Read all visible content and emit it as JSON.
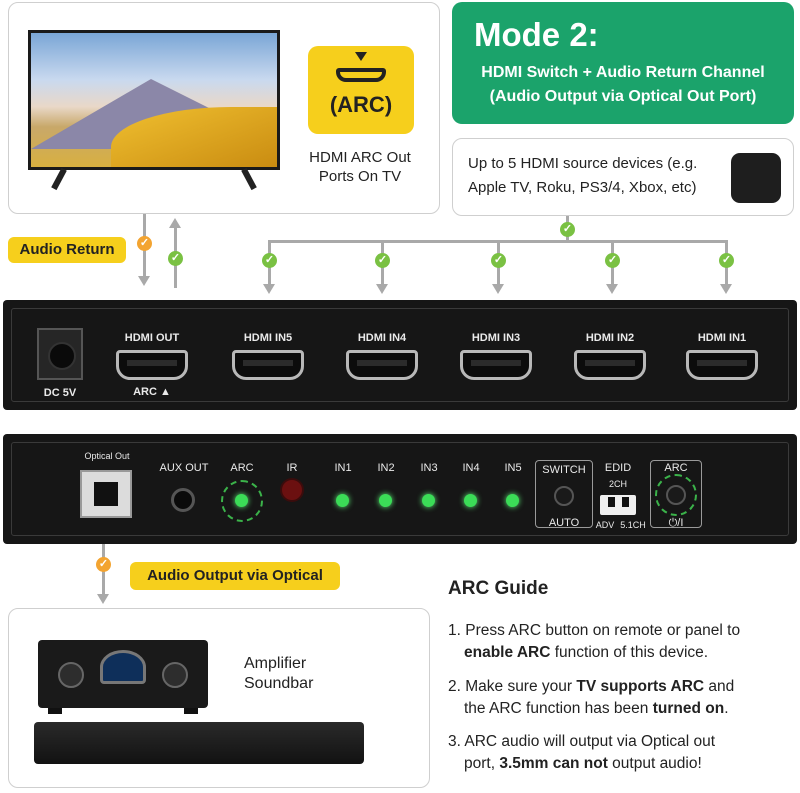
{
  "tv_section": {
    "arc_label": "(ARC)",
    "caption": "HDMI ARC Out Ports On TV"
  },
  "mode": {
    "title": "Mode 2:",
    "line1": "HDMI Switch + Audio Return Channel",
    "line2": "(Audio Output via Optical Out Port)"
  },
  "sources": {
    "text": "Up to 5 HDMI source devices (e.g. Apple TV, Roku, PS3/4, Xbox, etc)"
  },
  "audio_return_tag": "Audio Return",
  "front_panel": {
    "dc_label": "DC 5V",
    "hdmi_out_label": "HDMI OUT",
    "arc_label": "ARC ▲",
    "hdmi_in_labels": [
      "HDMI IN5",
      "HDMI IN4",
      "HDMI IN3",
      "HDMI IN2",
      "HDMI IN1"
    ]
  },
  "rear_panel": {
    "optical_label": "Optical Out",
    "aux_label": "AUX OUT",
    "arc_led_label": "ARC",
    "ir_label": "IR",
    "in_labels": [
      "IN1",
      "IN2",
      "IN3",
      "IN4",
      "IN5"
    ],
    "switch_label": "SWITCH",
    "auto_label": "AUTO",
    "edid_label": "EDID",
    "edid_2ch": "2CH",
    "edid_adv": "ADV",
    "edid_51ch": "5.1CH",
    "arc_btn_label": "ARC",
    "power_label": "⏻/I"
  },
  "optical_tag": "Audio Output via Optical",
  "amplifier": {
    "line1": "Amplifier",
    "line2": "Soundbar"
  },
  "guide": {
    "title": "ARC Guide",
    "item1": {
      "a": "1. Press ARC button on remote or panel to",
      "b_bold": "enable ARC",
      "c": " function of this device."
    },
    "item2": {
      "a": "2. Make sure your ",
      "b_bold": "TV supports ARC",
      "c": " and",
      "d": "the ARC function has been ",
      "e_bold": "turned on",
      "f": "."
    },
    "item3": {
      "a": "3. ARC audio will output via Optical out",
      "b": "port, ",
      "c_bold": "3.5mm can not",
      "d": " output audio!"
    }
  }
}
